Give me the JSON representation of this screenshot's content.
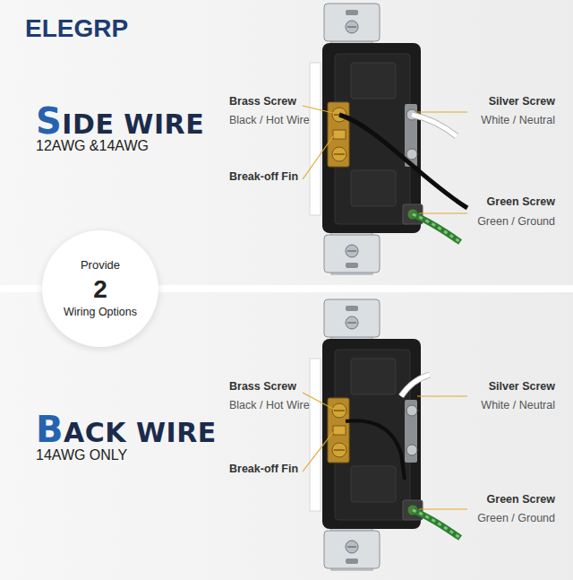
{
  "diagram": {
    "nodes": [
      {
        "text": [
          "Provide",
          "2",
          "Wiring Options"
        ]
      }
    ],
    "labels": [
      "ELEGRP",
      "SIDE WIRE",
      "12AWG &14AWG",
      "Brass Screw",
      "Black / Hot Wire",
      "Silver Screw",
      "White / Neutral",
      "Break-off Fin",
      "Green Screw",
      "Green / Ground",
      "BACK WIRE",
      "14AWG ONLY",
      "Brass Screw",
      "Black / Hot Wire",
      "Silver Screw",
      "White / Neutral",
      "Break-off Fin",
      "Green Screw",
      "Green / Ground"
    ]
  }
}
